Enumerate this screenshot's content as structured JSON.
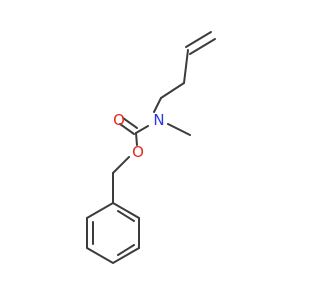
{
  "molecule": {
    "atoms": [
      {
        "id": "O1",
        "symbol": "O",
        "color": "#e8281e"
      },
      {
        "id": "O2",
        "symbol": "O",
        "color": "#e8281e"
      },
      {
        "id": "N1",
        "symbol": "N",
        "color": "#2a36e0"
      }
    ],
    "bond_color": "#3c3c3c"
  }
}
